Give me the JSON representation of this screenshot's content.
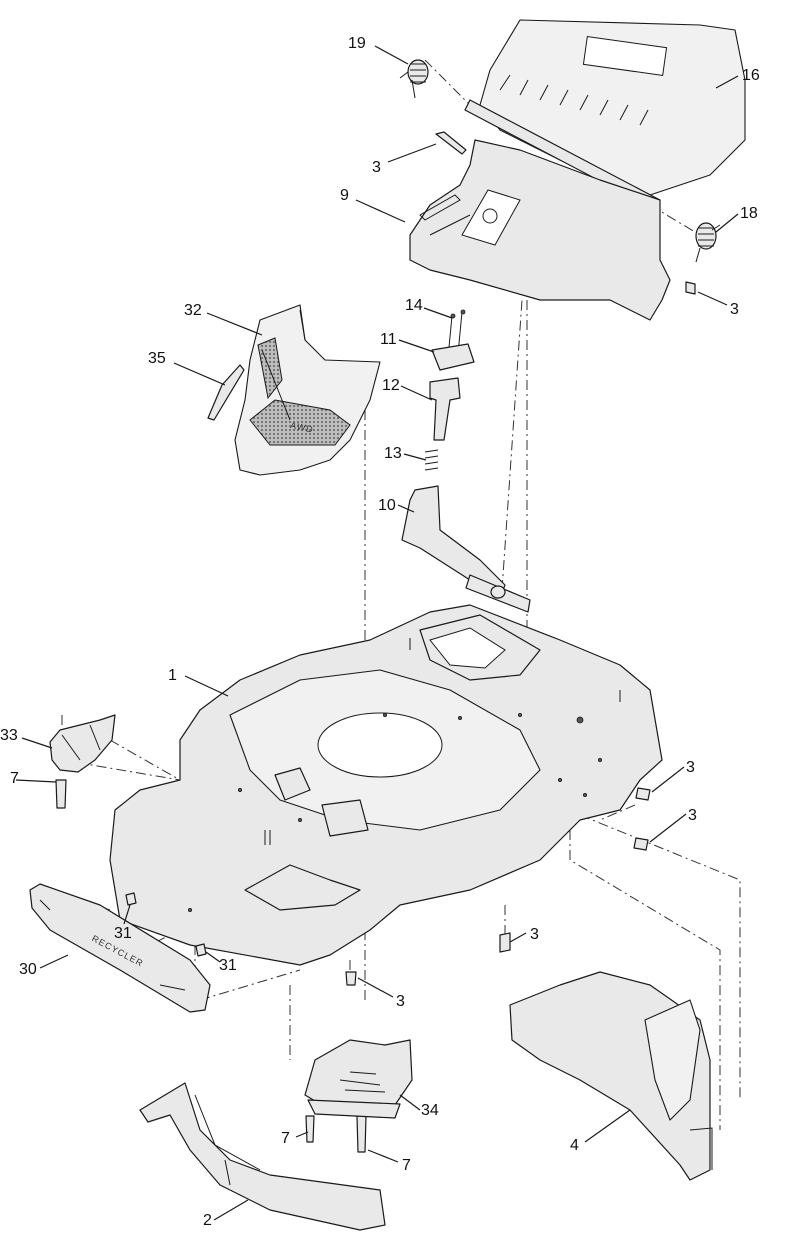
{
  "callouts": {
    "c19": "19",
    "c16": "16",
    "c3a": "3",
    "c9": "9",
    "c18": "18",
    "c3b": "3",
    "c14": "14",
    "c32": "32",
    "c11": "11",
    "c35": "35",
    "c12": "12",
    "c13": "13",
    "c10": "10",
    "c1": "1",
    "c33": "33",
    "c3c": "3",
    "c7a": "7",
    "c3d": "3",
    "c31a": "31",
    "c3e": "3",
    "c31b": "31",
    "c30": "30",
    "c3f": "3",
    "c34": "34",
    "c7b": "7",
    "c7c": "7",
    "c4": "4",
    "c2": "2"
  },
  "part_markings": {
    "cover_logo": "AWD",
    "bumper_logo": "RECYCLER"
  }
}
